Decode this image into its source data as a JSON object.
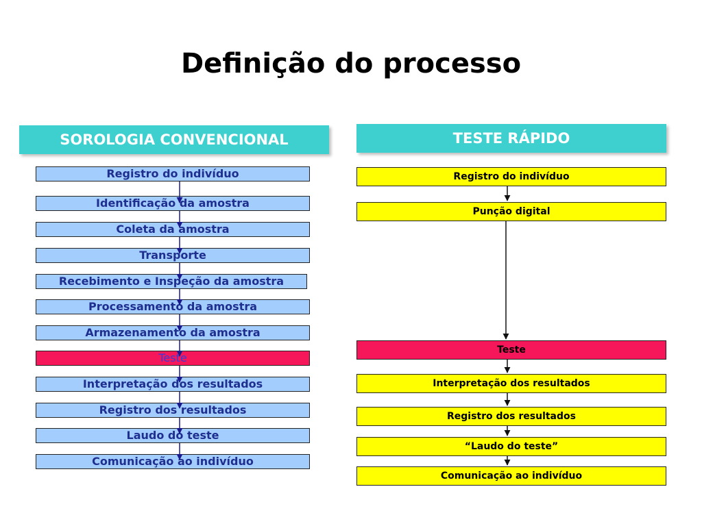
{
  "title": "Definição do processo",
  "left": {
    "header": "SOROLOGIA CONVENCIONAL",
    "steps": [
      "Registro do indivíduo",
      "Identificação da amostra",
      "Coleta da amostra",
      "Transporte",
      "Recebimento e Inspeção da amostra",
      "Processamento da amostra",
      "Armazenamento da amostra",
      "Teste",
      "Interpretação dos resultados",
      "Registro dos resultados",
      "Laudo do teste",
      "Comunicação ao indivíduo"
    ]
  },
  "right": {
    "header": "TESTE RÁPIDO",
    "steps": [
      "Registro do indivíduo",
      "Punção digital",
      "Teste",
      "Interpretação dos resultados",
      "Registro dos resultados",
      "“Laudo do teste”",
      "Comunicação ao indivíduo"
    ]
  },
  "colors": {
    "header_bg": "#3ecfcf",
    "left_box": "#a3cdfc",
    "right_box": "#ffff00",
    "highlight": "#f5175a",
    "arrow": "#1a1a8c"
  }
}
